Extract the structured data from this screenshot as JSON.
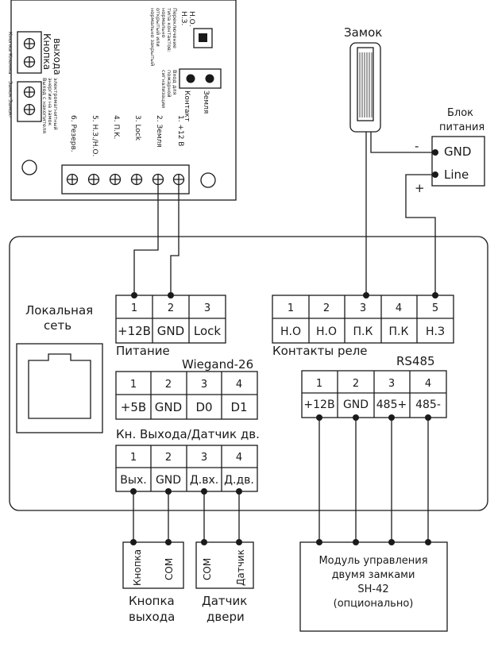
{
  "reader": {
    "switch_labels": [
      "Н.З.",
      "Н.О."
    ],
    "switch_caption": [
      "Переключение",
      "типа контактов:",
      "нормально",
      "открытый или",
      "нормально закрытый"
    ],
    "exit_button_label": [
      "Кнопка",
      "выхода"
    ],
    "exit_button_caption": "Кнопка Клемма",
    "lock_energy_caption": [
      "Выход с накопителя",
      "энергии на замок",
      "электромагнитный"
    ],
    "lock_minus_caption": "Замок Замок-",
    "fire_input_caption": [
      "Вход для",
      "пожарной",
      "сигнализации"
    ],
    "ground_label": "Земля",
    "contact_label": "Контакт",
    "terminal_labels": [
      "1. +12 В",
      "2. Земля",
      "3. Lock",
      "4. П.К.",
      "5. Н.З./Н.О.",
      "6. Резерв."
    ]
  },
  "lock": {
    "title": "Замок"
  },
  "power": {
    "title": [
      "Блок",
      "питания"
    ],
    "terminals": [
      "GND",
      "Line"
    ],
    "polarity": [
      "-",
      "+"
    ]
  },
  "controller": {
    "lan_label": [
      "Локальная",
      "сеть"
    ],
    "power_block": {
      "numbers": [
        "1",
        "2",
        "3"
      ],
      "labels": [
        "+12В",
        "GND",
        "Lock"
      ],
      "caption": "Питание"
    },
    "relay_block": {
      "numbers": [
        "1",
        "2",
        "3",
        "4",
        "5"
      ],
      "labels": [
        "Н.О",
        "Н.О",
        "П.К",
        "П.К",
        "Н.З"
      ],
      "caption": "Контакты реле"
    },
    "wiegand_block": {
      "title": "Wiegand-26",
      "numbers": [
        "1",
        "2",
        "3",
        "4"
      ],
      "labels": [
        "+5В",
        "GND",
        "D0",
        "D1"
      ]
    },
    "rs485_block": {
      "title": "RS485",
      "numbers": [
        "1",
        "2",
        "3",
        "4"
      ],
      "labels": [
        "+12В",
        "GND",
        "485+",
        "485-"
      ]
    },
    "exit_block": {
      "title": "Кн. Выхода/Датчик дв.",
      "numbers": [
        "1",
        "2",
        "3",
        "4"
      ],
      "labels": [
        "Вых.",
        "GND",
        "Д.вх.",
        "Д.дв."
      ]
    }
  },
  "exit_button": {
    "pins": [
      "Кнопка",
      "COM"
    ],
    "caption": [
      "Кнопка",
      "выхода"
    ]
  },
  "door_sensor": {
    "pins": [
      "COM",
      "Датчик"
    ],
    "caption": [
      "Датчик",
      "двери"
    ]
  },
  "module": {
    "text": [
      "Модуль управления",
      "двумя замками",
      "SH-42",
      "(опционально)"
    ]
  }
}
